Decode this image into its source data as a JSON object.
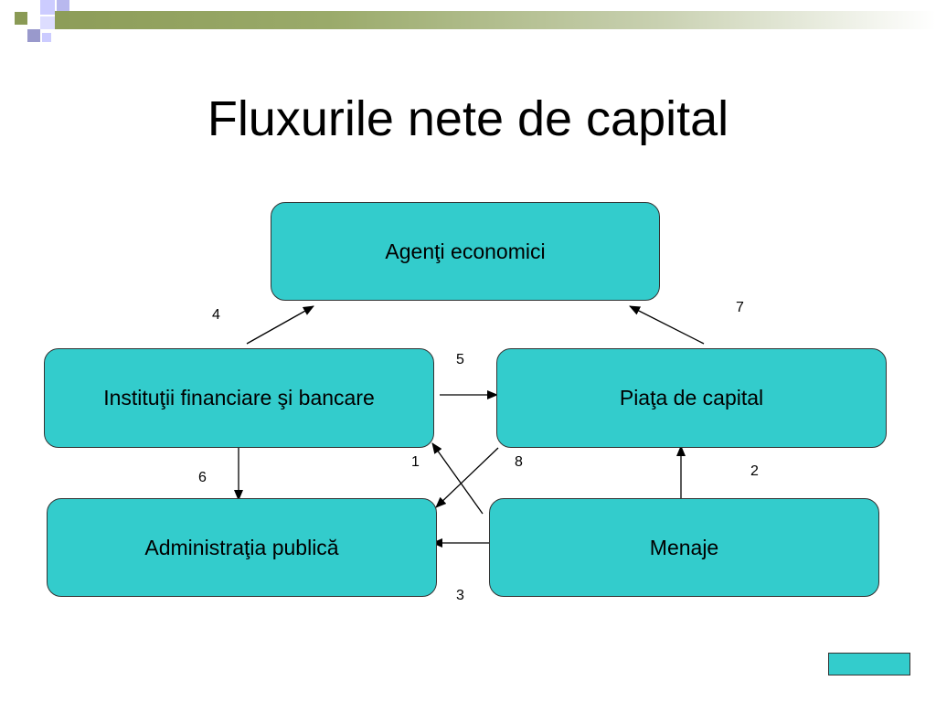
{
  "slide": {
    "title": "Fluxurile nete de capital"
  },
  "boxes": {
    "agenti": "Agenţi economici",
    "institutii": "Instituţii financiare şi bancare",
    "piata": "Piaţa de capital",
    "administratia": "Administraţia publică",
    "menaje": "Menaje"
  },
  "flows": [
    {
      "label": "1",
      "from": "Menaje",
      "to": "Instituţii financiare şi bancare"
    },
    {
      "label": "2",
      "from": "Menaje",
      "to": "Piaţa de capital"
    },
    {
      "label": "3",
      "from": "Menaje",
      "to": "Administraţia publică"
    },
    {
      "label": "4",
      "from": "Instituţii financiare şi bancare",
      "to": "Agenţi economici"
    },
    {
      "label": "5",
      "from": "Instituţii financiare şi bancare",
      "to": "Piaţa de capital"
    },
    {
      "label": "6",
      "from": "Instituţii financiare şi bancare",
      "to": "Administraţia publică"
    },
    {
      "label": "7",
      "from": "Piaţa de capital",
      "to": "Agenţi economici"
    },
    {
      "label": "8",
      "from": "Piaţa de capital",
      "to": "Administraţia publică"
    }
  ],
  "colors": {
    "box_fill": "#33cccc",
    "box_border": "#333333",
    "accent_green": "#8a9a55",
    "accent_blue": "#9999cc"
  }
}
